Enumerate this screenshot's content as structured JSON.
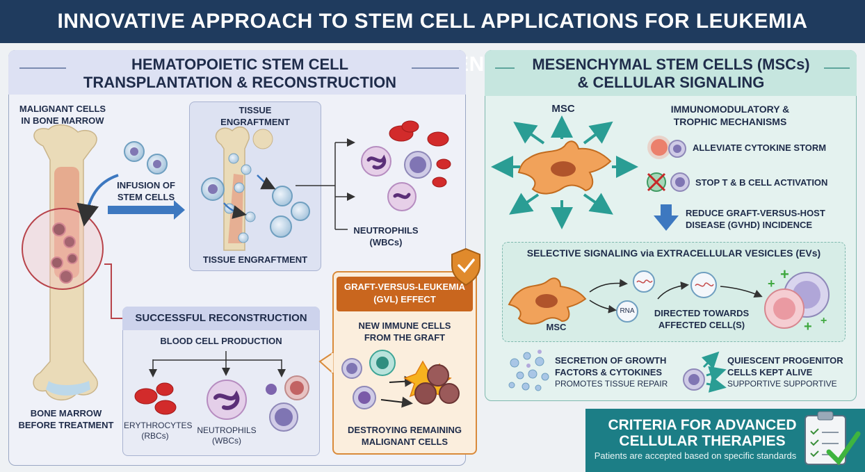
{
  "title": "INNOVATIVE APPROACH TO STEM CELL APPLICATIONS FOR LEUKEMIA TREATMENT",
  "left_section": {
    "title_line1": "HEMATOPOIETIC STEM CELL",
    "title_line2": "TRANSPLANTATION & RECONSTRUCTION",
    "malignant_line1": "MALIGNANT CELLS",
    "malignant_line2": "IN BONE MARROW",
    "infusion_line1": "INFUSION OF",
    "infusion_line2": "STEM CELLS",
    "engraft_title_line1": "TISSUE",
    "engraft_title_line2": "ENGRAFTMENT",
    "engraft_caption": "TISSUE ENGRAFTMENT",
    "neutrophils_line1": "NEUTROPHILS",
    "neutrophils_line2": "(WBCs)",
    "bone_before_line1": "BONE MARROW",
    "bone_before_line2": "BEFORE TREATMENT",
    "recon_title": "SUCCESSFUL RECONSTRUCTION",
    "blood_production": "BLOOD CELL PRODUCTION",
    "erythro_line1": "ERYTHROCYTES",
    "erythro_line2": "(RBCs)",
    "neut2_line1": "NEUTROPHILS",
    "neut2_line2": "(WBCs)",
    "gvl_line1": "GRAFT-VERSUS-LEUKEMIA",
    "gvl_line2": "(GVL) EFFECT",
    "new_immune_line1": "NEW IMMUNE CELLS",
    "new_immune_line2": "FROM THE GRAFT",
    "destroy_line1": "DESTROYING REMAINING",
    "destroy_line2": "MALIGNANT CELLS"
  },
  "right_section": {
    "title_line1": "MESENCHYMAL STEM CELLS (MSCs)",
    "title_line2": "& CELLULAR SIGNALING",
    "msc_label": "MSC",
    "immuno_line1": "IMMUNOMODULATORY &",
    "immuno_line2": "TROPHIC MECHANISMS",
    "cytokine": "ALLEVIATE CYTOKINE STORM",
    "stop_tb": "STOP T & B CELL ACTIVATION",
    "gvhd_line1": "REDUCE GRAFT-VERSUS-HOST",
    "gvhd_line2": "DISEASE (GVHD) INCIDENCE",
    "ev_title": "SELECTIVE SIGNALING via EXTRACELLULAR VESICLES (EVs)",
    "ev_msc": "MSC",
    "rna": "RNA",
    "directed_line1": "DIRECTED TOWARDS",
    "directed_line2": "AFFECTED CELL(S)",
    "secretion_line1": "SECRETION OF GROWTH",
    "secretion_line2": "FACTORS & CYTOKINES",
    "secretion_line3": "PROMOTES TISSUE REPAIR",
    "quiescent_line1": "QUIESCENT PROGENITOR",
    "quiescent_line2": "CELLS KEPT ALIVE",
    "quiescent_line3": "SUPPORTIVE SUPPORTIVE"
  },
  "criteria": {
    "title_line1": "CRITERIA FOR ADVANCED",
    "title_line2": "CELLULAR THERAPIES",
    "subtitle": "Patients are accepted based on specific standards"
  },
  "icons": {
    "shield": "shield-check-icon",
    "clipboard": "clipboard-check-icon"
  },
  "colors": {
    "title_bar": "#1f3b5e",
    "gvl_banner": "#c9661e",
    "criteria_bg": "#1c7e86",
    "arrow_blue": "#3d78c0",
    "arrow_teal": "#2a9d94"
  }
}
